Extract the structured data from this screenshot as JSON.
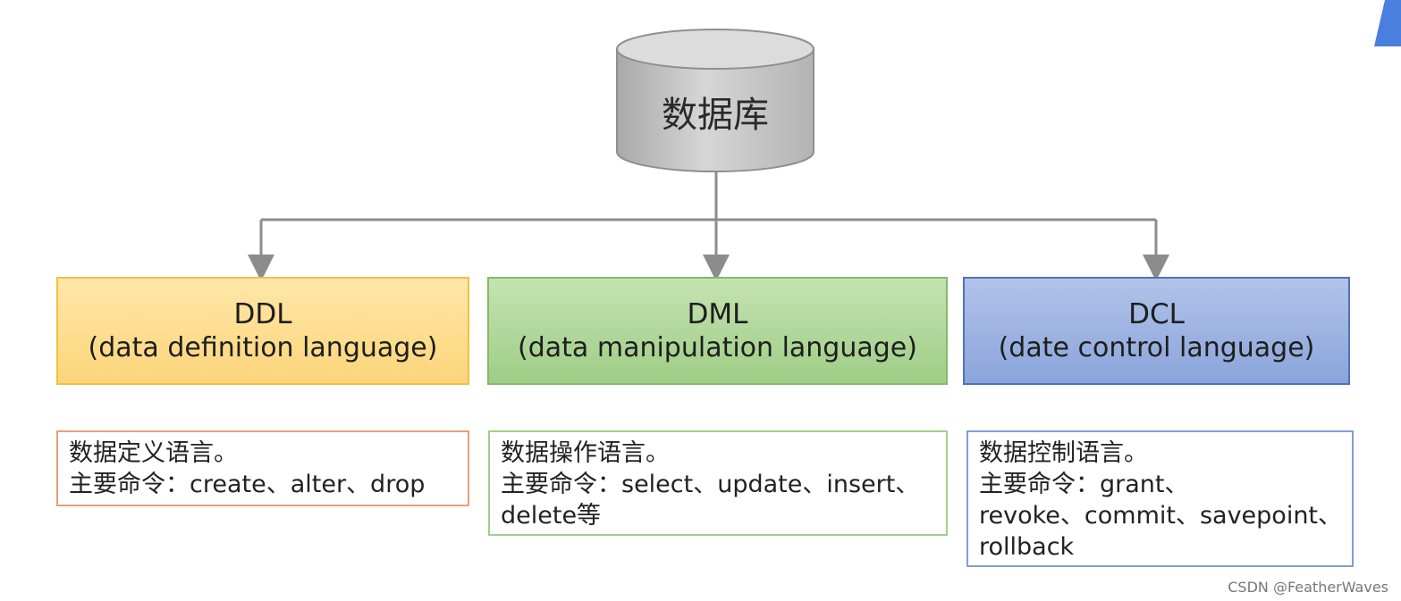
{
  "database": {
    "label": "数据库"
  },
  "categories": [
    {
      "abbr": "DDL",
      "full": "(data definition language)",
      "color": "#fcd57a"
    },
    {
      "abbr": "DML",
      "full": "(data manipulation language)",
      "color": "#9fcd86"
    },
    {
      "abbr": "DCL",
      "full": "(date control language)",
      "color": "#8aa4da"
    }
  ],
  "descriptions": [
    {
      "lines": [
        "数据定义语言。",
        "主要命令：create、alter、drop"
      ]
    },
    {
      "lines": [
        "数据操作语言。",
        "主要命令：select、update、insert、",
        "delete等"
      ]
    },
    {
      "lines": [
        "数据控制语言。",
        "主要命令：grant、",
        "revoke、commit、savepoint、",
        "rollback"
      ]
    }
  ],
  "watermark": "CSDN @FeatherWaves"
}
